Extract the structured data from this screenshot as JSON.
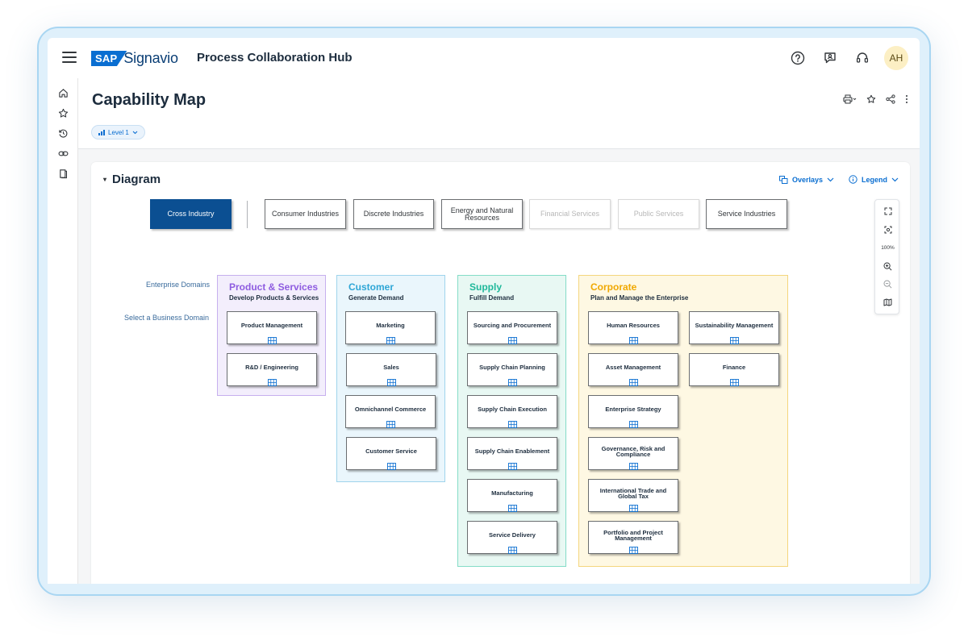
{
  "shell": {
    "logo_badge": "SAP",
    "logo_text": "Signavio",
    "app_title": "Process Collaboration Hub",
    "avatar_initials": "AH",
    "icons": [
      "help-icon",
      "feedback-icon",
      "support-headset-icon"
    ]
  },
  "sidenav": {
    "icons": [
      "home-icon",
      "star-icon",
      "history-icon",
      "link-icon",
      "book-icon"
    ]
  },
  "page": {
    "title": "Capability Map",
    "level_label": "Level 1",
    "actions": [
      "print-icon",
      "star-icon",
      "share-icon",
      "more-icon"
    ]
  },
  "diagram": {
    "title": "Diagram",
    "overlays_label": "Overlays",
    "legend_label": "Legend",
    "industries": [
      {
        "label": "Cross Industry",
        "state": "active"
      },
      {
        "label": "Consumer Industries",
        "state": "normal"
      },
      {
        "label": "Discrete Industries",
        "state": "normal"
      },
      {
        "label": "Energy and Natural Resources",
        "state": "normal"
      },
      {
        "label": "Financial Services",
        "state": "disabled"
      },
      {
        "label": "Public Services",
        "state": "disabled"
      },
      {
        "label": "Service Industries",
        "state": "normal"
      }
    ],
    "enterprise_domains_label": "Enterprise Domains",
    "select_domain_label": "Select a Business Domain",
    "zoom_level": "100%",
    "domains": [
      {
        "name": "Product & Services",
        "subtitle": "Develop Products & Services",
        "name_color": "#8e5ce0",
        "border_color": "#c6b0ee",
        "background": "#f3eefc",
        "capabilities": [
          "Product Management",
          "R&D / Engineering"
        ]
      },
      {
        "name": "Customer",
        "subtitle": "Generate Demand",
        "name_color": "#2ea6d6",
        "border_color": "#9fd4ec",
        "background": "#eaf6fc",
        "capabilities": [
          "Marketing",
          "Sales",
          "Omnichannel Commerce",
          "Customer Service"
        ]
      },
      {
        "name": "Supply",
        "subtitle": "Fulfill Demand",
        "name_color": "#1fb89a",
        "border_color": "#84dcc7",
        "background": "#e8f8f3",
        "capabilities": [
          "Sourcing and Procurement",
          "Supply Chain Planning",
          "Supply Chain Execution",
          "Supply Chain Enablement",
          "Manufacturing",
          "Service Delivery"
        ]
      },
      {
        "name": "Corporate",
        "subtitle": "Plan and Manage the Enterprise",
        "name_color": "#f0a800",
        "border_color": "#f4d67e",
        "background": "#fef8e3",
        "capabilities_col1": [
          "Human Resources",
          "Asset Management",
          "Enterprise Strategy",
          "Governance, Risk and Compliance",
          "International Trade and Global Tax",
          "Portfolio and Project Management"
        ],
        "capabilities_col2": [
          "Sustainability Management",
          "Finance"
        ]
      }
    ]
  }
}
